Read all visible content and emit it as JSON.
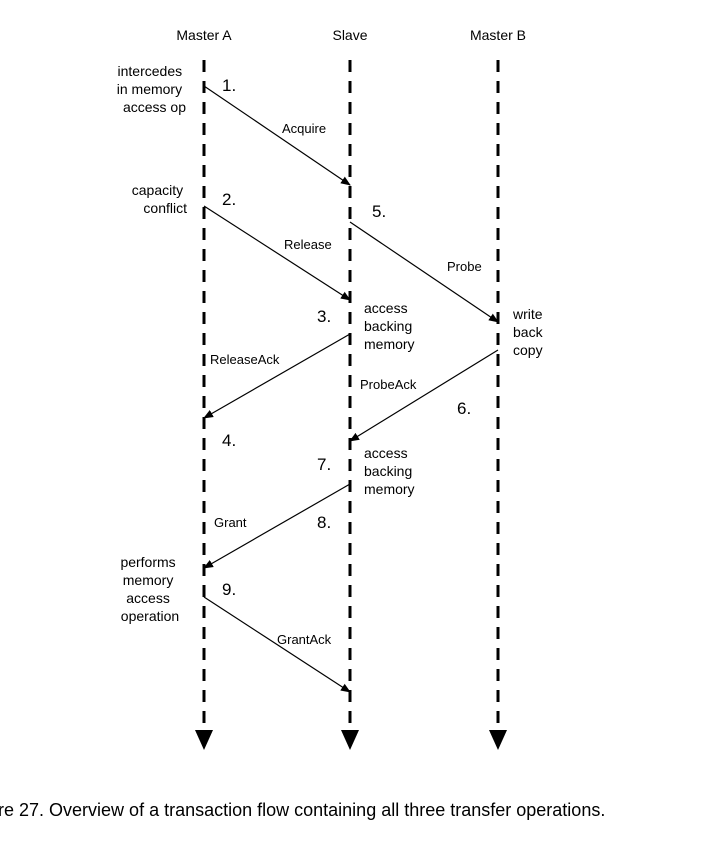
{
  "headers": {
    "master_a": "Master A",
    "slave": "Slave",
    "master_b": "Master B"
  },
  "notes": {
    "intercedes": [
      "intercedes",
      "in memory",
      "access op"
    ],
    "capacity": [
      "capacity",
      "conflict"
    ],
    "access_backing_1": [
      "access",
      "backing",
      "memory"
    ],
    "write_back": [
      "write",
      "back",
      "copy"
    ],
    "access_backing_2": [
      "access",
      "backing",
      "memory"
    ],
    "performs": [
      "performs",
      "memory",
      "access",
      "operation"
    ]
  },
  "steps": {
    "s1": "1.",
    "s2": "2.",
    "s3": "3.",
    "s4": "4.",
    "s5": "5.",
    "s6": "6.",
    "s7": "7.",
    "s8": "8.",
    "s9": "9."
  },
  "messages": {
    "acquire": "Acquire",
    "release": "Release",
    "probe": "Probe",
    "release_ack": "ReleaseAck",
    "probe_ack": "ProbeAck",
    "grant": "Grant",
    "grant_ack": "GrantAck"
  },
  "caption": "ure 27. Overview of a transaction flow containing all three transfer operations."
}
